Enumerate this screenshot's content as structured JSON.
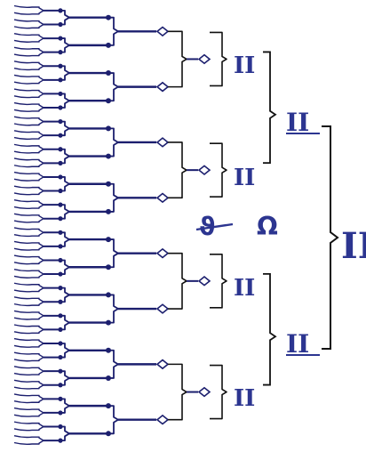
{
  "diagram": {
    "leaf_count": 64,
    "level_labels": {
      "group": "II",
      "pair": "II",
      "root": "III"
    },
    "center_symbols": [
      "ϑ",
      "Ω"
    ],
    "colors": {
      "line_dark": "#1c1f6e",
      "line_black": "#111111",
      "node_fill": "#ffffff",
      "label": "#2c3590",
      "dot": "#1c1f6e"
    }
  }
}
